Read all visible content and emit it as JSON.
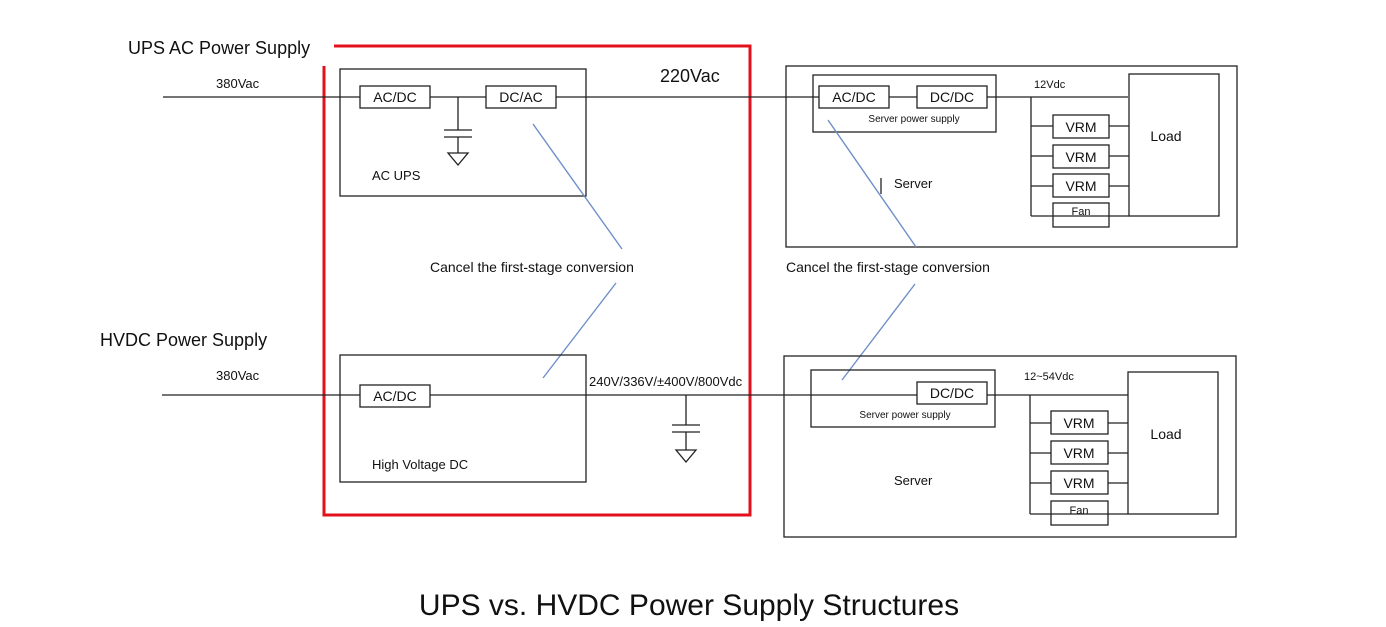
{
  "title": "UPS vs. HVDC Power Supply Structures",
  "labels": {
    "ups_ac_power_supply": "UPS AC Power Supply",
    "hvdc_power_supply": "HVDC Power Supply",
    "input_top": "380Vac",
    "input_bottom": "380Vac",
    "v220": "220Vac",
    "hv_output": "240V/336V/±400V/800Vdc",
    "cancel_left": "Cancel the first-stage conversion",
    "cancel_right": "Cancel the first-stage conversion",
    "v12": "12Vdc",
    "v12_54": "12~54Vdc"
  },
  "ac_ups": {
    "title": "AC UPS",
    "acdc": "AC/DC",
    "dcac": "DC/AC"
  },
  "hv_dc": {
    "title": "High Voltage DC",
    "acdc": "AC/DC"
  },
  "server_top": {
    "label": "Server",
    "psu_label": "Server power supply",
    "acdc": "AC/DC",
    "dcdc": "DC/DC",
    "vrm": [
      "VRM",
      "VRM",
      "VRM"
    ],
    "fan": "Fan",
    "load": "Load"
  },
  "server_bottom": {
    "label": "Server",
    "psu_label": "Server power supply",
    "dcdc": "DC/DC",
    "vrm": [
      "VRM",
      "VRM",
      "VRM"
    ],
    "fan": "Fan",
    "load": "Load"
  }
}
